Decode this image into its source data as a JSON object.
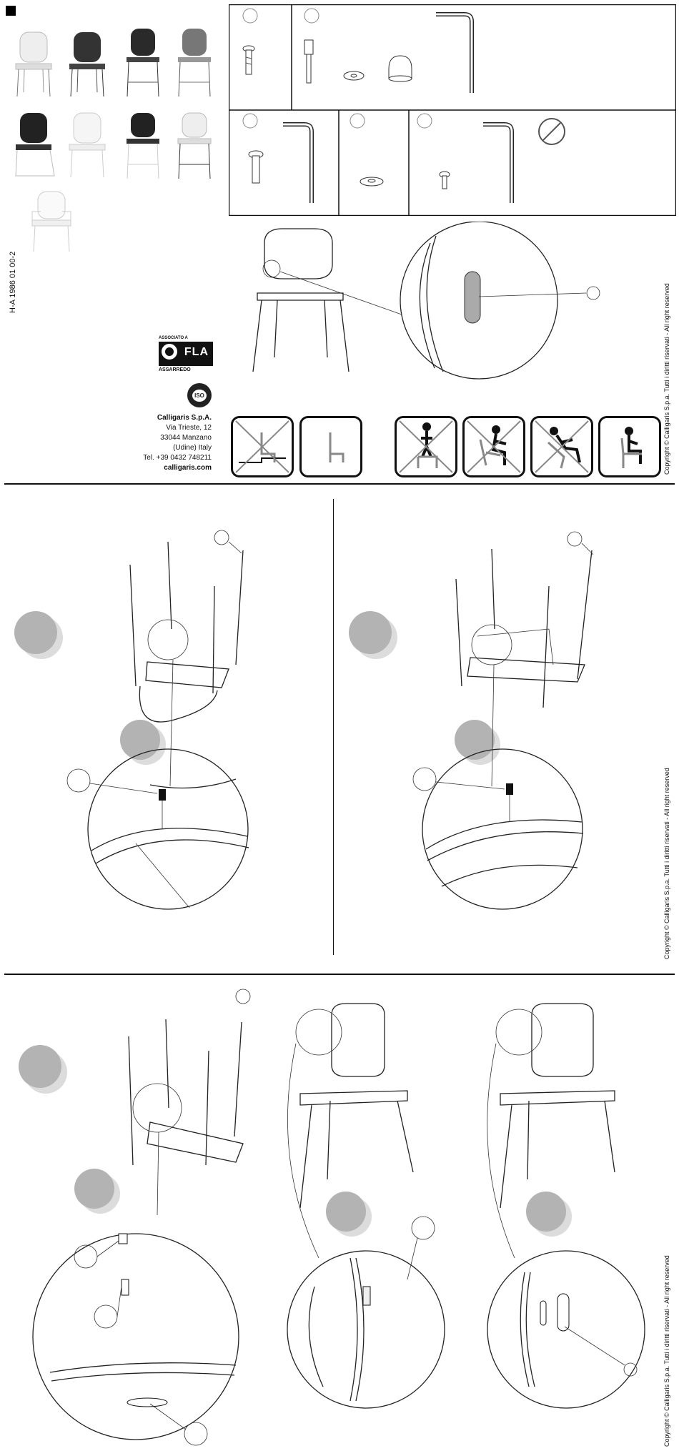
{
  "document": {
    "code": "H-A 1986 01 00-2",
    "copyright": "Copyright © Calligaris S.p.a. Tutti i diritti riservati - All right reserved"
  },
  "company": {
    "name": "Calligaris S.p.A.",
    "address1": "Via Trieste, 12",
    "address2": "33044 Manzano",
    "address3": "(Udine) Italy",
    "tel": "Tel. +39 0432 748211",
    "web": "calligaris.com"
  },
  "association": {
    "label": "ASSOCIATO A",
    "logo_text": "FLA",
    "sub_text": "ASSARREDO",
    "iso_text": "ISO"
  },
  "colors": {
    "step_circle": "#b3b3b3",
    "step_shadow": "#dcdcdc",
    "line": "#222222"
  }
}
